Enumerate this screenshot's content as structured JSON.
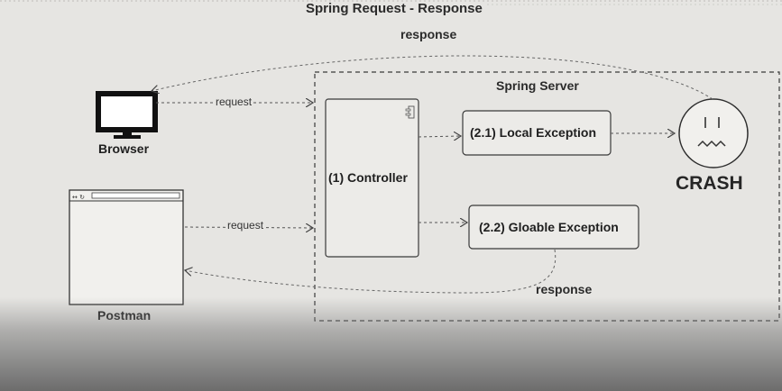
{
  "diagram": {
    "title": "Spring Request - Response",
    "server_label": "Spring Server",
    "browser_label": "Browser",
    "postman_label": "Postman",
    "controller_label": "(1) Controller",
    "local_exception_label": "(2.1) Local Exception",
    "global_exception_label": "(2.2) Gloable Exception",
    "crash_label": "CRASH",
    "request_label_browser": "request",
    "request_label_postman": "request",
    "response_label_top": "response",
    "response_label_bottom": "response"
  },
  "icons": {
    "browser": "monitor-icon",
    "postman": "window-icon",
    "crash": "sad-face-icon",
    "controller_component": "component-icon"
  },
  "colors": {
    "background": "#e6e5e2",
    "stroke": "#3a3a3a",
    "box_fill": "#ecebe8"
  }
}
